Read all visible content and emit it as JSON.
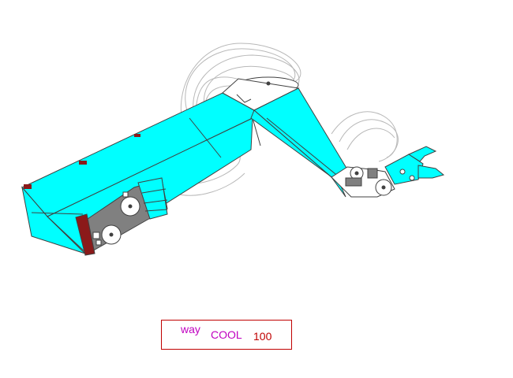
{
  "scene": {
    "object": "robot-arm",
    "colors": {
      "body": "#00ffff",
      "outline": "#404040",
      "motor": "#808080",
      "end_cap": "#8b1a1a",
      "cable": "#b8b8b8",
      "wheel": "#ffffff"
    }
  },
  "label": {
    "word1": "way",
    "word2": "COOL",
    "value": "100",
    "colors": {
      "text": "#c000c0",
      "value": "#c00000",
      "border": "#c00000"
    }
  }
}
